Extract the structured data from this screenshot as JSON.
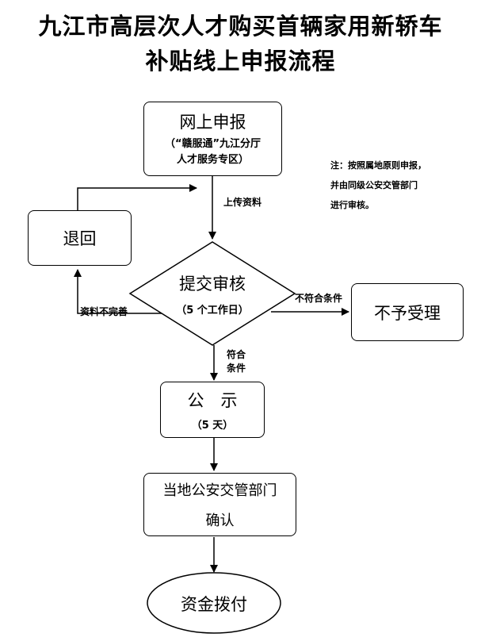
{
  "title": {
    "line1": "九江市高层次人才购买首辆家用新轿车",
    "line2": "补贴线上申报流程"
  },
  "nodes": {
    "online": {
      "label": "网上申报",
      "sub1": "（“赣服通”九江分厅",
      "sub2": "人才服务专区）"
    },
    "return": {
      "label": "退回"
    },
    "review": {
      "label": "提交审核",
      "sub": "（5 个工作日）"
    },
    "reject": {
      "label": "不予受理"
    },
    "publicity": {
      "label": "公　示",
      "sub": "（5 天）"
    },
    "confirm": {
      "label": "当地公安交管部门",
      "sub": "确认"
    },
    "fund": {
      "label": "资金拨付"
    }
  },
  "edges": {
    "upload": "上传资料",
    "incomplete": "资料不完善",
    "not_meet": "不符合条件",
    "meet1": "符合",
    "meet2": "条件"
  },
  "note": {
    "line1": "注：按照属地原则申报，",
    "line2": "并由同级公安交管部门",
    "line3": "进行审核。"
  }
}
